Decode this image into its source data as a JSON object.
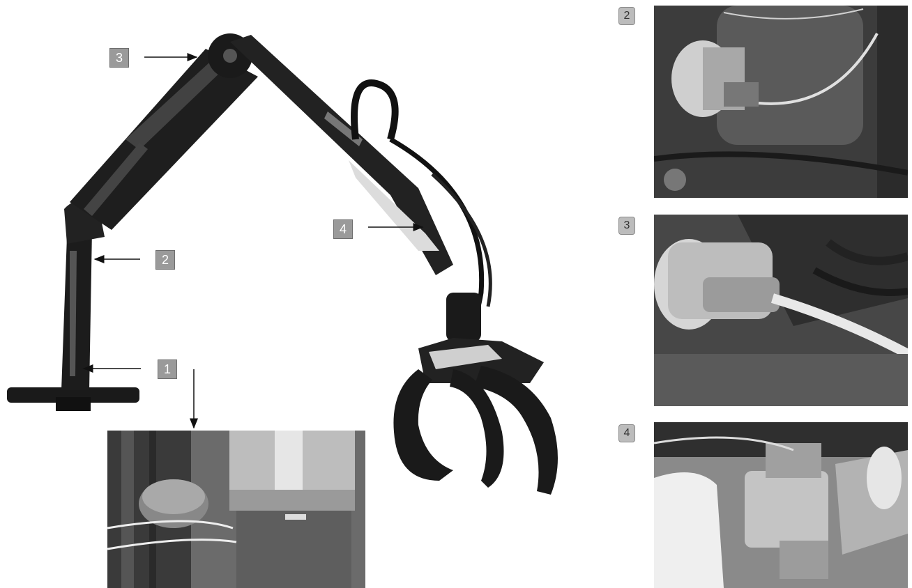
{
  "callouts": [
    {
      "id": "3",
      "label": "3"
    },
    {
      "id": "2",
      "label": "2"
    },
    {
      "id": "4",
      "label": "4"
    },
    {
      "id": "1",
      "label": "1"
    }
  ],
  "detail_photos": [
    {
      "id": "2",
      "label": "2"
    },
    {
      "id": "3",
      "label": "3"
    },
    {
      "id": "4",
      "label": "4"
    }
  ],
  "colors": {
    "badge": "#9a9a9a",
    "arrow": "#111111",
    "ink": "#111111"
  }
}
